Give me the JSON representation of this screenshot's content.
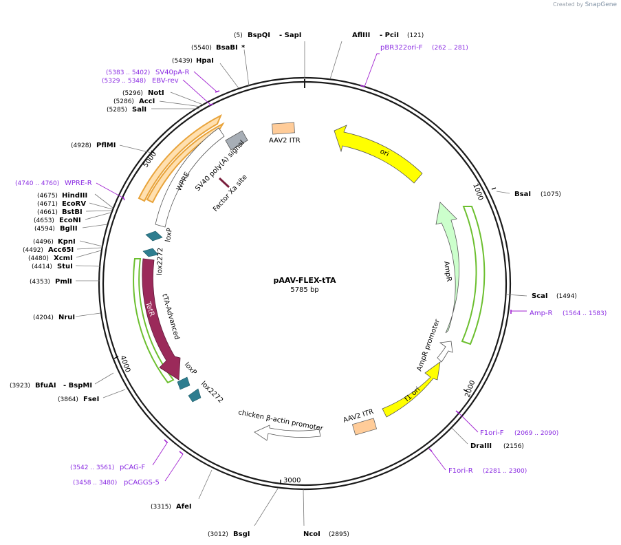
{
  "brand": {
    "created_by": "Created by",
    "app": "SnapGene"
  },
  "plasmid": {
    "name": "pAAV-FLEX-tTA",
    "size_label": "5785 bp",
    "length": 5785
  },
  "ticks": [
    {
      "label": "1000",
      "pos": 1000
    },
    {
      "label": "2000",
      "pos": 2000
    },
    {
      "label": "3000",
      "pos": 3000
    },
    {
      "label": "4000",
      "pos": 4000
    },
    {
      "label": "5000",
      "pos": 5000
    }
  ],
  "enzymes_right": [
    {
      "name": "BsaI",
      "coord": "(1075)"
    },
    {
      "name": "ScaI",
      "coord": "(1494)"
    },
    {
      "name": "DraIII",
      "coord": "(2156)"
    }
  ],
  "enzymes_top": [
    {
      "coord": "(5)",
      "name": "BspQI",
      "name2": "- SapI"
    },
    {
      "coord": "(5540)",
      "name": "BsaBI",
      "name2": "*"
    },
    {
      "coord": "(5439)",
      "name": "HpaI",
      "name2": ""
    },
    {
      "name": "AflIII",
      "name2": "- PciI",
      "coord": "(121)"
    }
  ],
  "enzymes_left": [
    {
      "coord": "(5296)",
      "name": "NotI"
    },
    {
      "coord": "(5286)",
      "name": "AccI"
    },
    {
      "coord": "(5285)",
      "name": "SalI"
    },
    {
      "coord": "(4928)",
      "name": "PflMI"
    },
    {
      "coord": "(4675)",
      "name": "HindIII"
    },
    {
      "coord": "(4671)",
      "name": "EcoRV"
    },
    {
      "coord": "(4661)",
      "name": "BstBI"
    },
    {
      "coord": "(4653)",
      "name": "EcoNI"
    },
    {
      "coord": "(4594)",
      "name": "BglII"
    },
    {
      "coord": "(4496)",
      "name": "KpnI"
    },
    {
      "coord": "(4492)",
      "name": "Acc65I"
    },
    {
      "coord": "(4480)",
      "name": "XcmI"
    },
    {
      "coord": "(4414)",
      "name": "StuI"
    },
    {
      "coord": "(4353)",
      "name": "PmlI"
    },
    {
      "coord": "(4204)",
      "name": "NruI"
    },
    {
      "coord": "(3923)",
      "name": "BfuAI",
      "name2": "- BspMI"
    },
    {
      "coord": "(3864)",
      "name": "FseI"
    },
    {
      "coord": "(3315)",
      "name": "AfeI"
    },
    {
      "coord": "(3012)",
      "name": "BsgI"
    },
    {
      "name": "NcoI",
      "coord": "(2895)"
    }
  ],
  "primers": [
    {
      "name": "pBR322ori-F",
      "range": "(262 .. 281)"
    },
    {
      "name": "Amp-R",
      "range": "(1564 .. 1583)"
    },
    {
      "name": "F1ori-F",
      "range": "(2069 .. 2090)"
    },
    {
      "name": "F1ori-R",
      "range": "(2281 .. 2300)"
    },
    {
      "name": "pCAG-F",
      "range": "(3542 .. 3561)"
    },
    {
      "name": "pCAGGS-5",
      "range": "(3458 .. 3480)"
    },
    {
      "name": "WPRE-R",
      "range": "(4740 .. 4760)"
    },
    {
      "name": "SV40pA-R",
      "range": "(5383 .. 5402)"
    },
    {
      "name": "EBV-rev",
      "range": "(5329 .. 5348)"
    }
  ],
  "features": {
    "ori": "ori",
    "ampr": "AmpR",
    "ampr_promoter": "AmpR promoter",
    "f1_ori": "f1 ori",
    "aav2_itr_top": "AAV2 ITR",
    "aav2_itr_bottom": "AAV2 ITR",
    "chicken_promoter": "chicken β-actin promoter",
    "lox_p_bottom": "loxP",
    "lox2272_bottom": "lox2272",
    "tta_advanced": "tTA-Advanced",
    "tetr": "TetR",
    "lox2272_left": "lox2272",
    "lox_p_left": "loxP",
    "wpre": "WPRE",
    "sv40": "SV40 poly(A) signal",
    "factor_xa": "Factor Xa site"
  },
  "colors": {
    "backbone": "#1a1a1a",
    "ori": "#ffff00",
    "itr": "#ffcc99",
    "ampr": "#ccffcc",
    "tetr": "#9b2a5a",
    "lox": "#2e7d8f",
    "wpre_stroke": "#e8a33a",
    "sv40": "#a7aeb6",
    "primer": "#a020d0",
    "primer_text": "#8a2be2",
    "orf_green": "#6cbf2f"
  }
}
